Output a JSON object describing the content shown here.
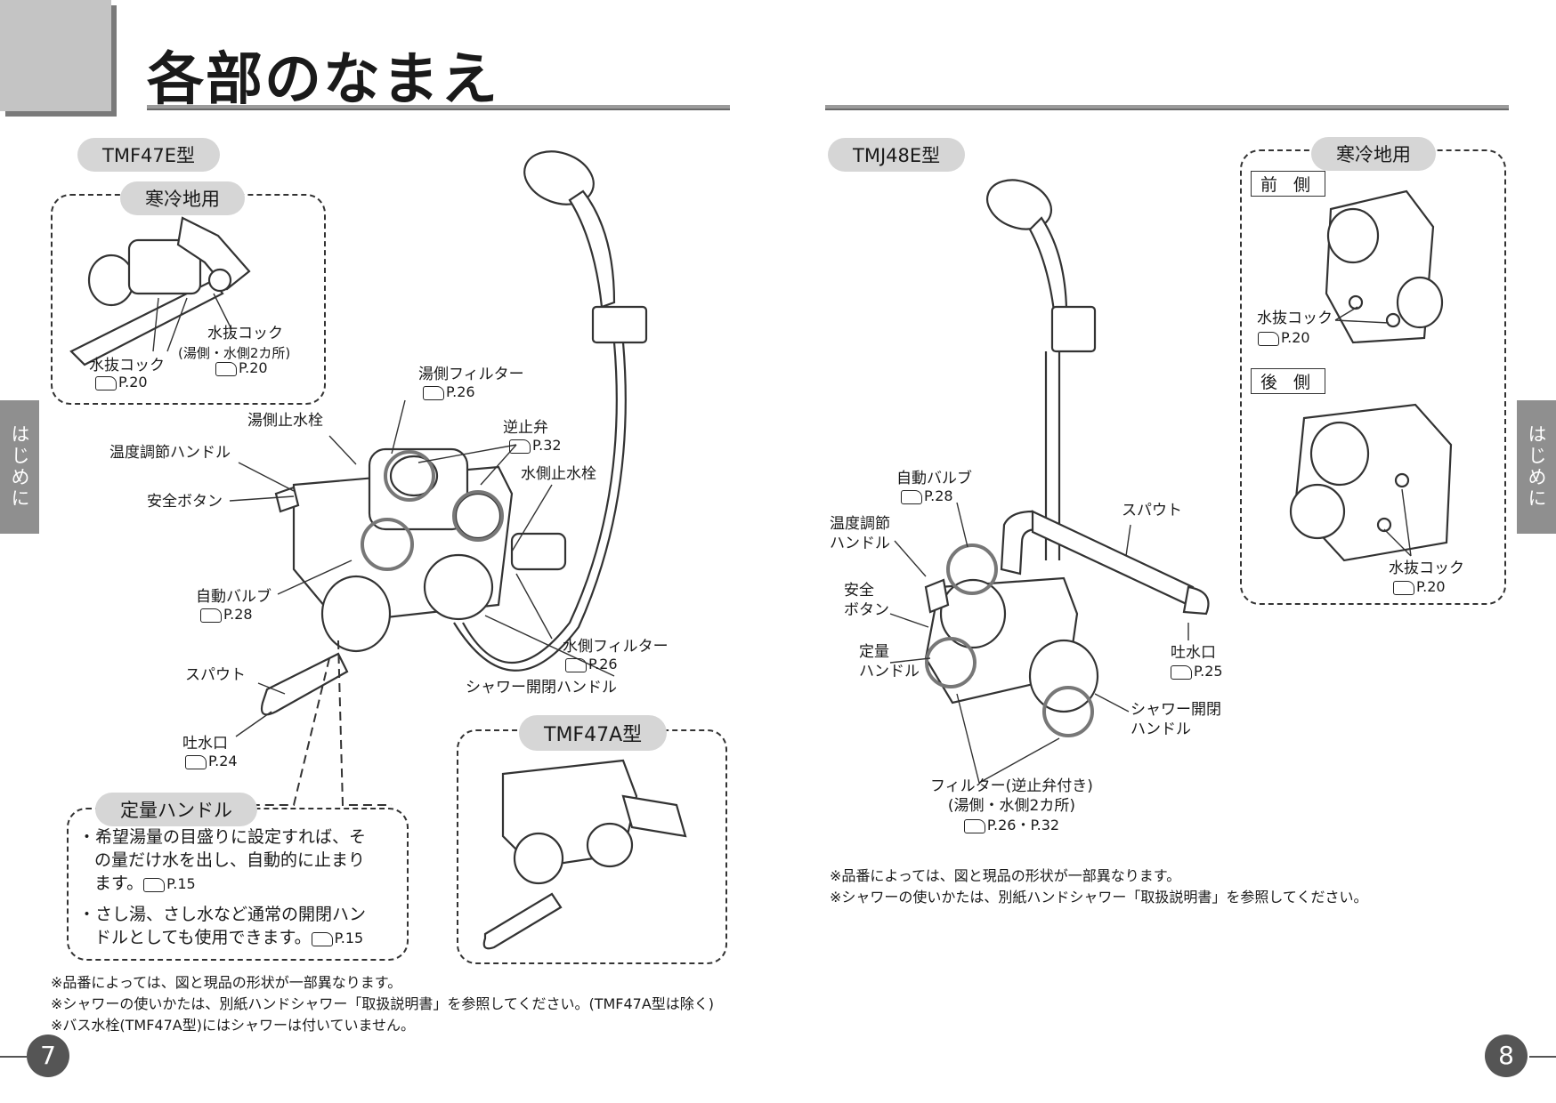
{
  "title": "各部のなまえ",
  "side_tab_label": "はじめに",
  "left": {
    "model": "TMF47E型",
    "cold_box": {
      "title": "寒冷地用",
      "drain1": "水抜コック",
      "drain1_ref": "P.20",
      "drain2": "水抜コック",
      "drain2_sub": "(湯側・水側2カ所)",
      "drain2_ref": "P.20"
    },
    "labels": {
      "hot_filter": "湯側フィルター",
      "hot_filter_ref": "P.26",
      "hot_stop": "湯側止水栓",
      "check_valve": "逆止弁",
      "check_valve_ref": "P.32",
      "cold_stop": "水側止水栓",
      "temp_handle": "温度調節ハンドル",
      "safety_button": "安全ボタン",
      "auto_valve": "自動バルブ",
      "auto_valve_ref": "P.28",
      "spout": "スパウト",
      "outlet": "吐水口",
      "outlet_ref": "P.24",
      "cold_filter": "水側フィルター",
      "cold_filter_ref": "P.26",
      "shower_handle": "シャワー開閉ハンドル"
    },
    "tmf47a": "TMF47A型",
    "quantity_box": {
      "title": "定量ハンドル",
      "b1_line1": "・希望湯量の目盛りに設定すれば、そ",
      "b1_line2": "の量だけ水を出し、自動的に止まり",
      "b1_line3": "ます。",
      "b1_ref": "P.15",
      "b2_line1": "・さし湯、さし水など通常の開閉ハン",
      "b2_line2": "ドルとしても使用できます。",
      "b2_ref": "P.15"
    },
    "notes": [
      "※品番によっては、図と現品の形状が一部異なります。",
      "※シャワーの使いかたは、別紙ハンドシャワー「取扱説明書」を参照してください。(TMF47A型は除く)",
      "※バス水栓(TMF47A型)にはシャワーは付いていません。"
    ],
    "page": "7"
  },
  "right": {
    "model": "TMJ48E型",
    "cold_box": {
      "title": "寒冷地用",
      "front": "前 側",
      "back": "後 側",
      "drain_front": "水抜コック",
      "drain_front_ref": "P.20",
      "drain_back": "水抜コック",
      "drain_back_ref": "P.20"
    },
    "labels": {
      "auto_valve": "自動バルブ",
      "auto_valve_ref": "P.28",
      "temp_handle_1": "温度調節",
      "temp_handle_2": "ハンドル",
      "safety_1": "安全",
      "safety_2": "ボタン",
      "quantity_1": "定量",
      "quantity_2": "ハンドル",
      "spout": "スパウト",
      "outlet": "吐水口",
      "outlet_ref": "P.25",
      "shower_1": "シャワー開閉",
      "shower_2": "ハンドル",
      "filter_1": "フィルター(逆止弁付き)",
      "filter_2": "(湯側・水側2カ所)",
      "filter_ref": "P.26・P.32"
    },
    "notes": [
      "※品番によっては、図と現品の形状が一部異なります。",
      "※シャワーの使いかたは、別紙ハンドシャワー「取扱説明書」を参照してください。"
    ],
    "page": "8"
  }
}
